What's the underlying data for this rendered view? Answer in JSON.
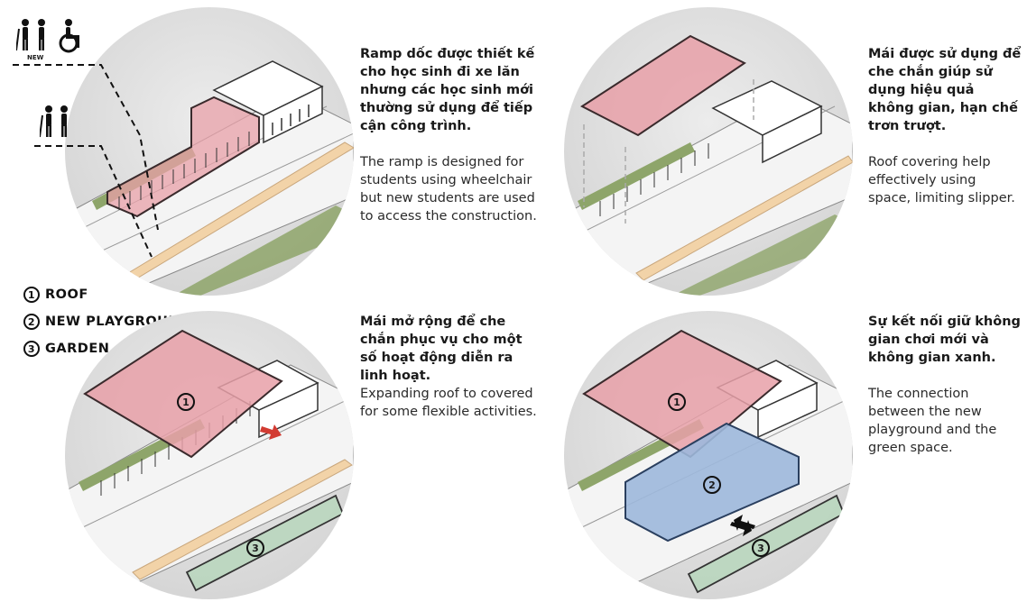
{
  "panels": [
    {
      "vi": "Ramp dốc được thiết kế cho học sinh đi xe lăn nhưng các học sinh mới thường sử dụng để tiếp cận công trình.",
      "en": "The ramp is designed for students using wheelchair but new students are used to access the construction."
    },
    {
      "vi": "Mái được sử dụng để che chắn giúp sử dụng hiệu quả không gian, hạn chế trơn trượt.",
      "en": "Roof covering help effectively using space, limiting slipper."
    },
    {
      "vi": "Mái mở rộng để che chắn phục vụ cho một số hoạt động diễn ra linh hoạt.",
      "en": "Expanding roof to covered for some flexible activities."
    },
    {
      "vi": "Sự kết nối giữ không gian chơi mới và không gian xanh.",
      "en": "The connection between the new playground and the green space."
    }
  ],
  "legend": [
    {
      "num": "1",
      "label": "ROOF"
    },
    {
      "num": "2",
      "label": "NEW PLAYGROUND"
    },
    {
      "num": "3",
      "label": "GARDEN"
    }
  ],
  "markers": {
    "roof": "1",
    "playground": "2",
    "garden": "3"
  },
  "icon_tag_new": "NEW",
  "colors": {
    "roof": "#e8a0a8",
    "roof_stroke": "#3a2a2c",
    "playground": "#9db8dc",
    "garden": "#b9d6be",
    "grass": "#8ea56a",
    "path": "#f2d3a8",
    "arrow": "#d23b32"
  }
}
